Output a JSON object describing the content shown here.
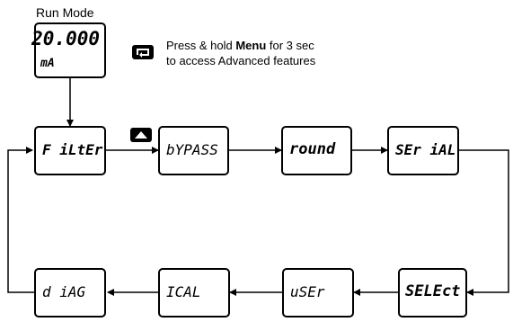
{
  "run_mode": {
    "title": "Run Mode",
    "value": "20.000",
    "unit": "mA"
  },
  "hint": {
    "line1_pre": "Press & hold ",
    "line1_bold": "Menu",
    "line1_post": " for 3 sec",
    "line2": "to access Advanced features"
  },
  "icons": {
    "menu_button": "loop-arrow-icon",
    "up_button": "up-arrow-icon"
  },
  "menu": {
    "top_row": [
      "F iLtEr",
      "bYPASS",
      "round",
      "SEr iAL"
    ],
    "bottom_row": [
      "d iAG",
      "ICAL",
      "uSEr",
      "SELEct"
    ]
  }
}
